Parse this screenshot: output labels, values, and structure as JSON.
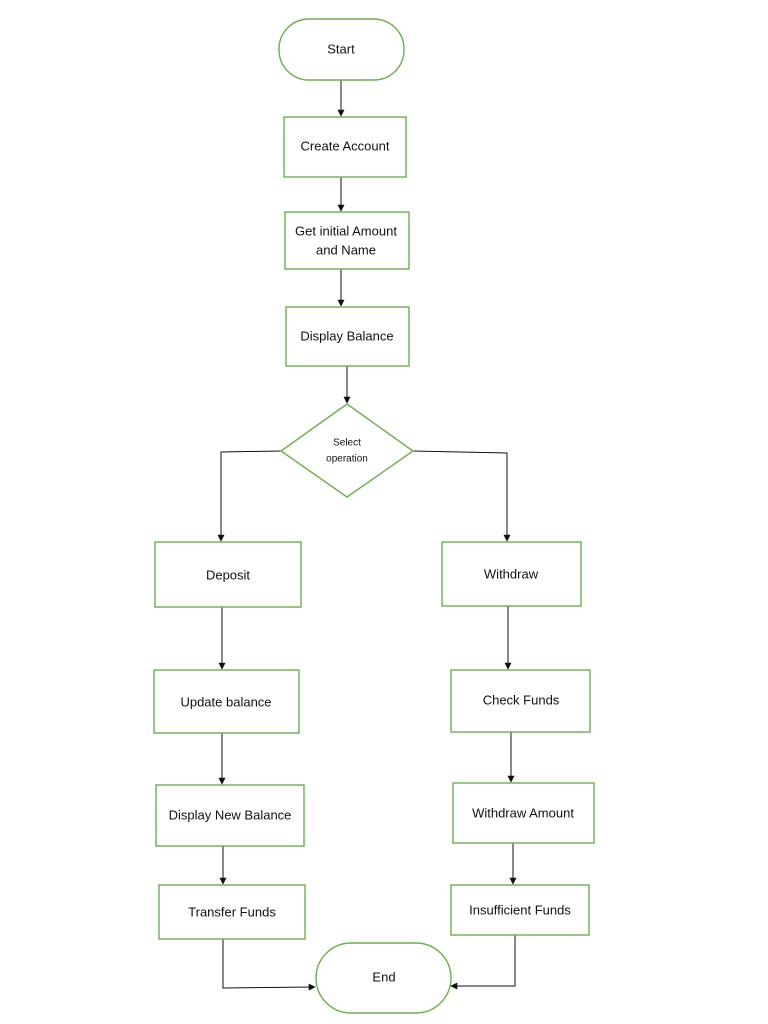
{
  "nodes": {
    "start": "Start",
    "create_account": "Create Account",
    "get_initial": [
      "Get initial Amount",
      "and Name"
    ],
    "display_balance": "Display Balance",
    "select_operation": [
      "Select",
      "operation"
    ],
    "deposit": "Deposit",
    "withdraw": "Withdraw",
    "update_balance": "Update balance",
    "check_funds": "Check Funds",
    "display_new_balance": "Display New Balance",
    "withdraw_amount": "Withdraw Amount",
    "transfer_funds": "Transfer Funds",
    "insufficient_funds": "Insufficient Funds",
    "end": "End"
  },
  "colors": {
    "node_border": "#6ab04c",
    "arrow": "#111111"
  }
}
